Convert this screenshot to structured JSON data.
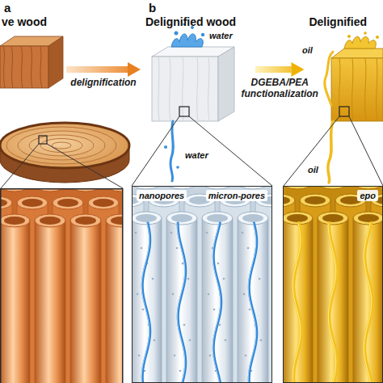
{
  "diagram": {
    "nodes": [
      {
        "text": [
          "ve wood"
        ]
      },
      {
        "text": [
          "Delignified wood"
        ]
      },
      {
        "text": [
          "Delignified"
        ]
      },
      {
        "text": [
          "nanopores",
          "micron-pores"
        ]
      },
      {
        "text": [
          "epo"
        ]
      }
    ],
    "edges": [
      {
        "from": 0,
        "to": 1,
        "arrow": "to",
        "label": "delignification"
      },
      {
        "from": 1,
        "to": 2,
        "arrow": "to",
        "label": "DGEBA/PEA functionalization"
      }
    ],
    "labels": [
      "a",
      "b",
      "water",
      "water",
      "oil",
      "oil"
    ]
  }
}
